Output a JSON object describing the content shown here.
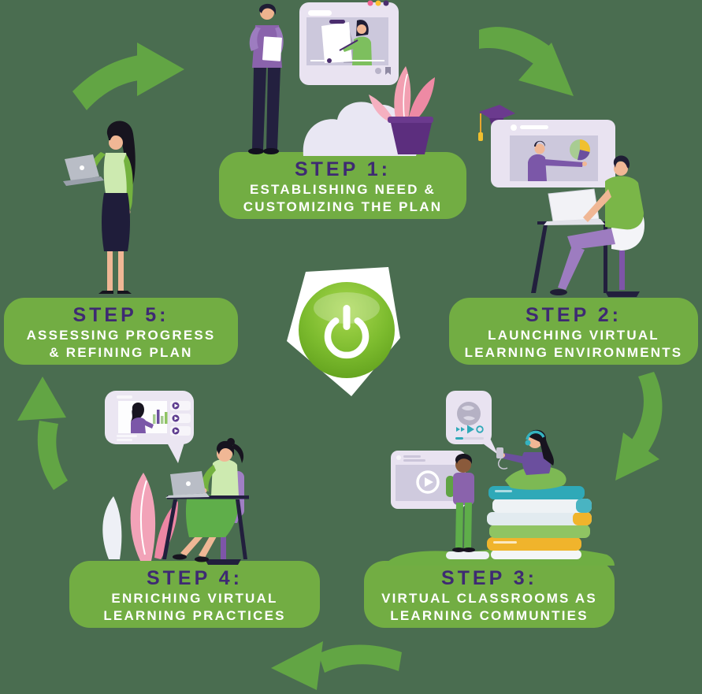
{
  "colors": {
    "background": "#4a6d50",
    "pill-green": "#72ad43",
    "arrow-green": "#62a544",
    "step-purple": "#3e2a72",
    "step-white": "#ffffff",
    "power-green-light": "#a8d84e",
    "power-green-dark": "#5d9c1a",
    "window-lavender": "#e9e3f1",
    "accent-pink": "#f29fb1",
    "accent-purple": "#8a63ac",
    "accent-teal": "#2fa9b8",
    "accent-yellow": "#f0c02e"
  },
  "center": {
    "icon": "power"
  },
  "steps": [
    {
      "label": "STEP 1:",
      "line1": "ESTABLISHING NEED &",
      "line2": "CUSTOMIZING THE PLAN"
    },
    {
      "label": "STEP 2:",
      "line1": "LAUNCHING VIRTUAL",
      "line2": "LEARNING ENVIRONMENTS"
    },
    {
      "label": "STEP 3:",
      "line1": "VIRTUAL CLASSROOMS AS",
      "line2": "LEARNING COMMUNTIES"
    },
    {
      "label": "STEP 4:",
      "line1": "ENRICHING VIRTUAL",
      "line2": "LEARNING PRACTICES"
    },
    {
      "label": "STEP 5:",
      "line1": "ASSESSING PROGRESS",
      "line2": "& REFINING PLAN"
    }
  ]
}
